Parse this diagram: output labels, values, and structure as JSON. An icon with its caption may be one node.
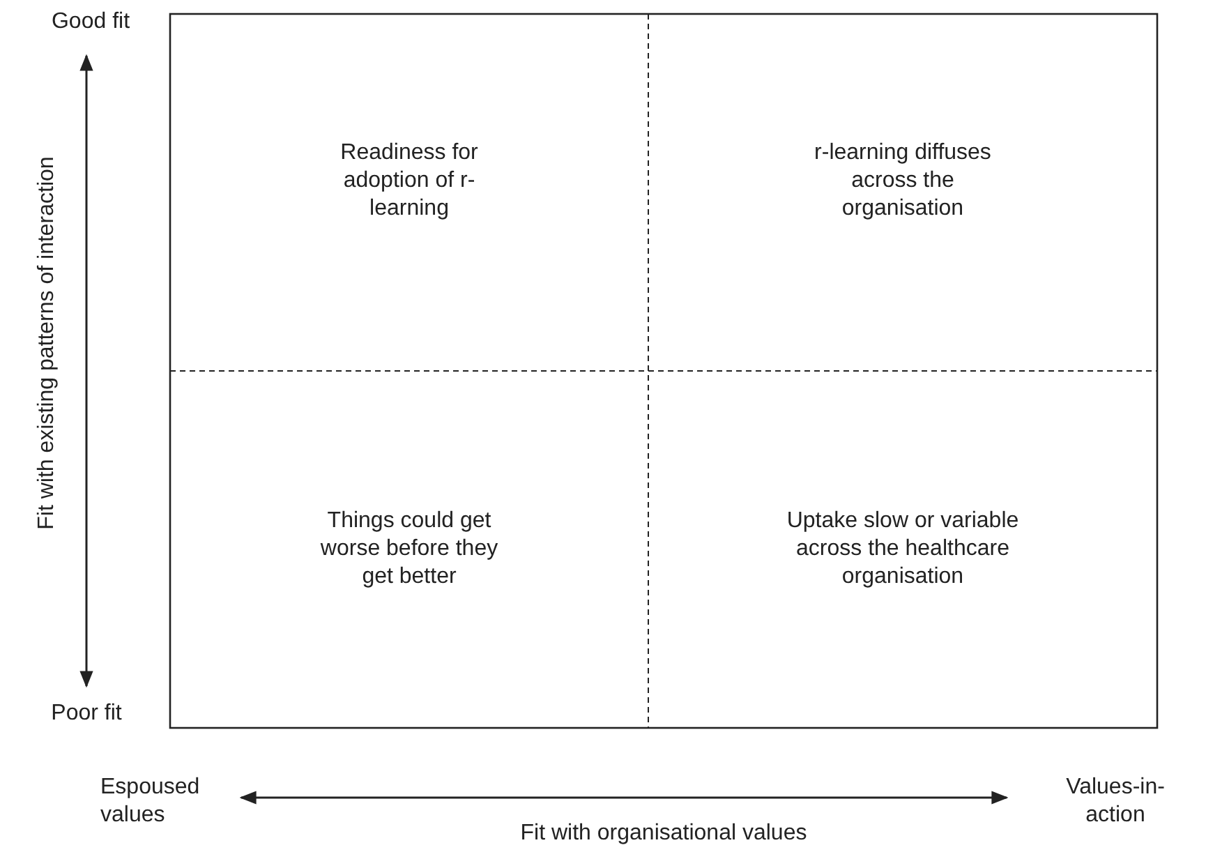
{
  "diagram": {
    "nodes": [
      {
        "text": [
          "Readiness for adoption of r-learning"
        ]
      },
      {
        "text": [
          "r-learning diffuses across the organisation"
        ]
      },
      {
        "text": [
          "Things could get worse before they get better"
        ]
      },
      {
        "text": [
          "Uptake slow or variable across the healthcare organisation"
        ]
      }
    ],
    "labels": [
      "Good fit",
      "Fit with existing patterns of interaction",
      "Poor fit",
      "Espoused values",
      "Values-in-action",
      "Fit with organisational values"
    ]
  }
}
